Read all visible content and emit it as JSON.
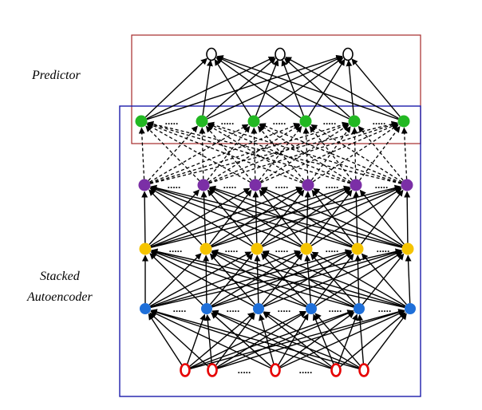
{
  "labels": {
    "predictor": "Predictor",
    "stacked_autoencoder_line1": "Stacked",
    "stacked_autoencoder_line2": "Autoencoder"
  },
  "ellipsis_text": ".....",
  "colors": {
    "predictor_box": "#a52a2a",
    "autoencoder_box": "#1c1caa",
    "input_node": "#e60000",
    "hidden1_node": "#1e6fd9",
    "hidden2_node": "#f5c400",
    "hidden3_node": "#7b2fa6",
    "feature_node": "#22b822",
    "output_node": "#ffffff",
    "edge": "#000000"
  },
  "layers": [
    {
      "name": "input",
      "kind": "ring",
      "color_key": "input_node",
      "nodes": 5
    },
    {
      "name": "hidden-1",
      "kind": "filled",
      "color_key": "hidden1_node",
      "nodes": 6
    },
    {
      "name": "hidden-2",
      "kind": "filled",
      "color_key": "hidden2_node",
      "nodes": 6
    },
    {
      "name": "hidden-3",
      "kind": "filled",
      "color_key": "hidden3_node",
      "nodes": 6
    },
    {
      "name": "feature",
      "kind": "filled",
      "color_key": "feature_node",
      "nodes": 6
    },
    {
      "name": "output",
      "kind": "ring",
      "color_key": "output_node",
      "nodes": 3
    }
  ],
  "connections": [
    {
      "from": "input",
      "to": "hidden-1",
      "style": "solid"
    },
    {
      "from": "hidden-1",
      "to": "hidden-2",
      "style": "solid"
    },
    {
      "from": "hidden-2",
      "to": "hidden-3",
      "style": "solid"
    },
    {
      "from": "hidden-3",
      "to": "feature",
      "style": "dashed"
    },
    {
      "from": "feature",
      "to": "output",
      "style": "solid"
    }
  ]
}
